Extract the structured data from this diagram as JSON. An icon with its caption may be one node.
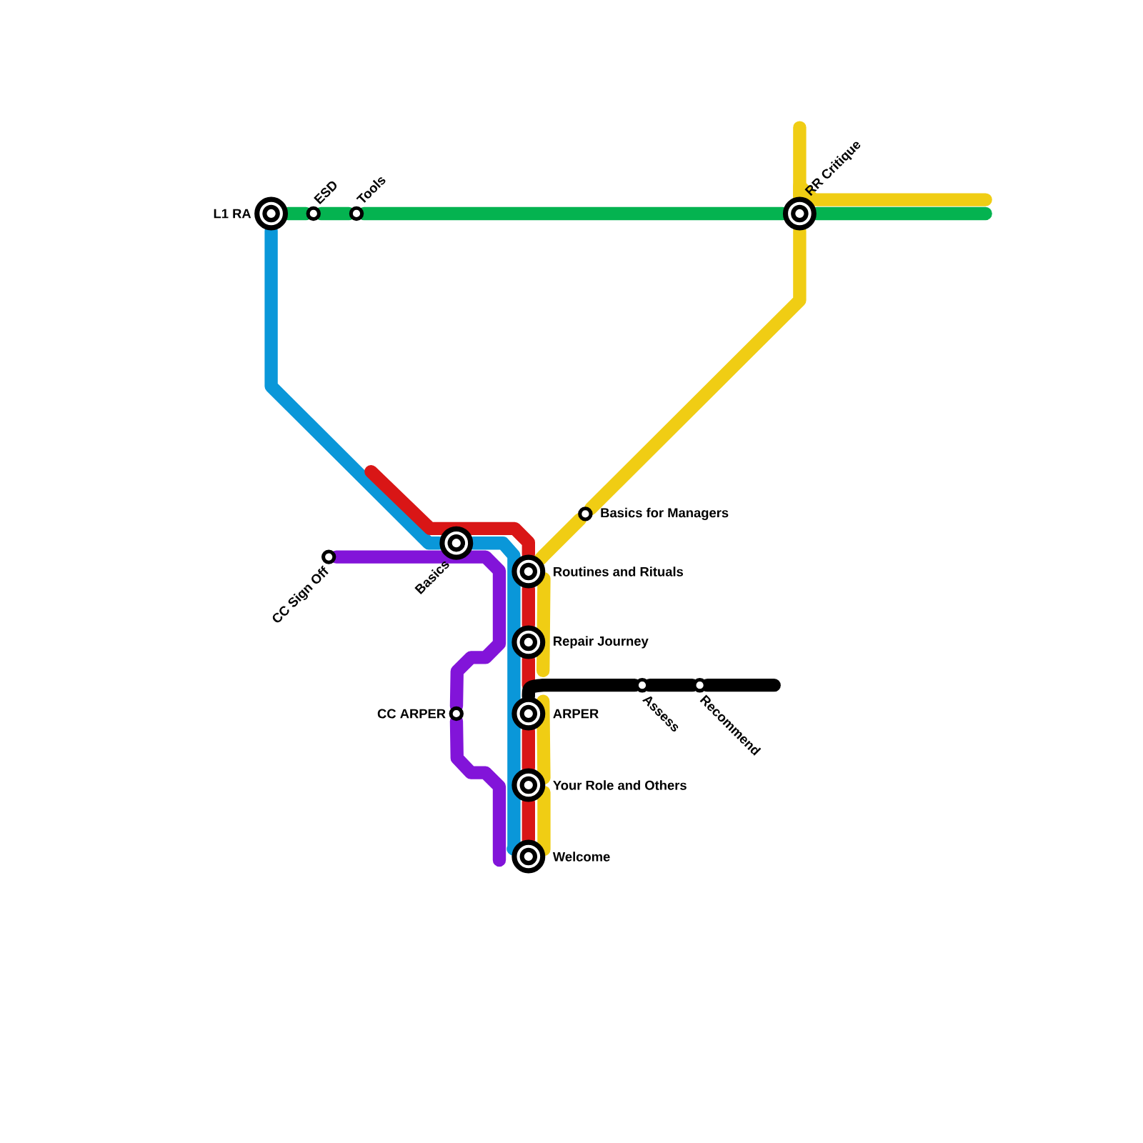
{
  "diagram": {
    "nodes": [
      {
        "text": [
          "L1 RA"
        ]
      },
      {
        "text": [
          "ESD"
        ]
      },
      {
        "text": [
          "Tools"
        ]
      },
      {
        "text": [
          "RR Critique"
        ]
      },
      {
        "text": [
          "Basics"
        ]
      },
      {
        "text": [
          "CC Sign Off"
        ]
      },
      {
        "text": [
          "Basics for Managers"
        ]
      },
      {
        "text": [
          "Routines and Rituals"
        ]
      },
      {
        "text": [
          "Repair Journey"
        ]
      },
      {
        "text": [
          "CC ARPER"
        ]
      },
      {
        "text": [
          "ARPER"
        ]
      },
      {
        "text": [
          "Assess"
        ]
      },
      {
        "text": [
          "Recommend"
        ]
      },
      {
        "text": [
          "Your Role and Others"
        ]
      },
      {
        "text": [
          "Welcome"
        ]
      }
    ],
    "edges": [
      {
        "from": 0,
        "to": 1,
        "arrow": "none",
        "color": "#04b350"
      },
      {
        "from": 1,
        "to": 2,
        "arrow": "none",
        "color": "#04b350"
      },
      {
        "from": 2,
        "to": 3,
        "arrow": "none",
        "color": "#04b350"
      },
      {
        "from": 3,
        "to": null,
        "arrow": "none",
        "color": "#04b350"
      },
      {
        "from": 0,
        "to": 4,
        "arrow": "none",
        "color": "#0a97d9"
      },
      {
        "from": 4,
        "to": 14,
        "arrow": "none",
        "color": "#0a97d9"
      },
      {
        "from": null,
        "to": 7,
        "arrow": "none",
        "color": "#d91616"
      },
      {
        "from": 7,
        "to": 8,
        "arrow": "none",
        "color": "#d91616"
      },
      {
        "from": 8,
        "to": null,
        "arrow": "none",
        "color": "#d91616"
      },
      {
        "from": 10,
        "to": 13,
        "arrow": "none",
        "color": "#d91616"
      },
      {
        "from": 13,
        "to": 14,
        "arrow": "none",
        "color": "#d91616"
      },
      {
        "from": 3,
        "to": null,
        "arrow": "none",
        "color": "#f0cd14"
      },
      {
        "from": 3,
        "to": null,
        "arrow": "none",
        "color": "#f0cd14"
      },
      {
        "from": 3,
        "to": 6,
        "arrow": "none",
        "color": "#f0cd14"
      },
      {
        "from": 6,
        "to": 7,
        "arrow": "none",
        "color": "#f0cd14"
      },
      {
        "from": 7,
        "to": null,
        "arrow": "none",
        "color": "#f0cd14"
      },
      {
        "from": 10,
        "to": 13,
        "arrow": "none",
        "color": "#f0cd14"
      },
      {
        "from": 13,
        "to": 14,
        "arrow": "none",
        "color": "#f0cd14"
      },
      {
        "from": 5,
        "to": 9,
        "arrow": "none",
        "color": "#8214d9"
      },
      {
        "from": 9,
        "to": null,
        "arrow": "none",
        "color": "#8214d9"
      },
      {
        "from": 10,
        "to": 11,
        "arrow": "none",
        "color": "#000000"
      },
      {
        "from": 11,
        "to": 12,
        "arrow": "none",
        "color": "#000000"
      },
      {
        "from": 12,
        "to": null,
        "arrow": "none",
        "color": "#000000"
      }
    ]
  }
}
